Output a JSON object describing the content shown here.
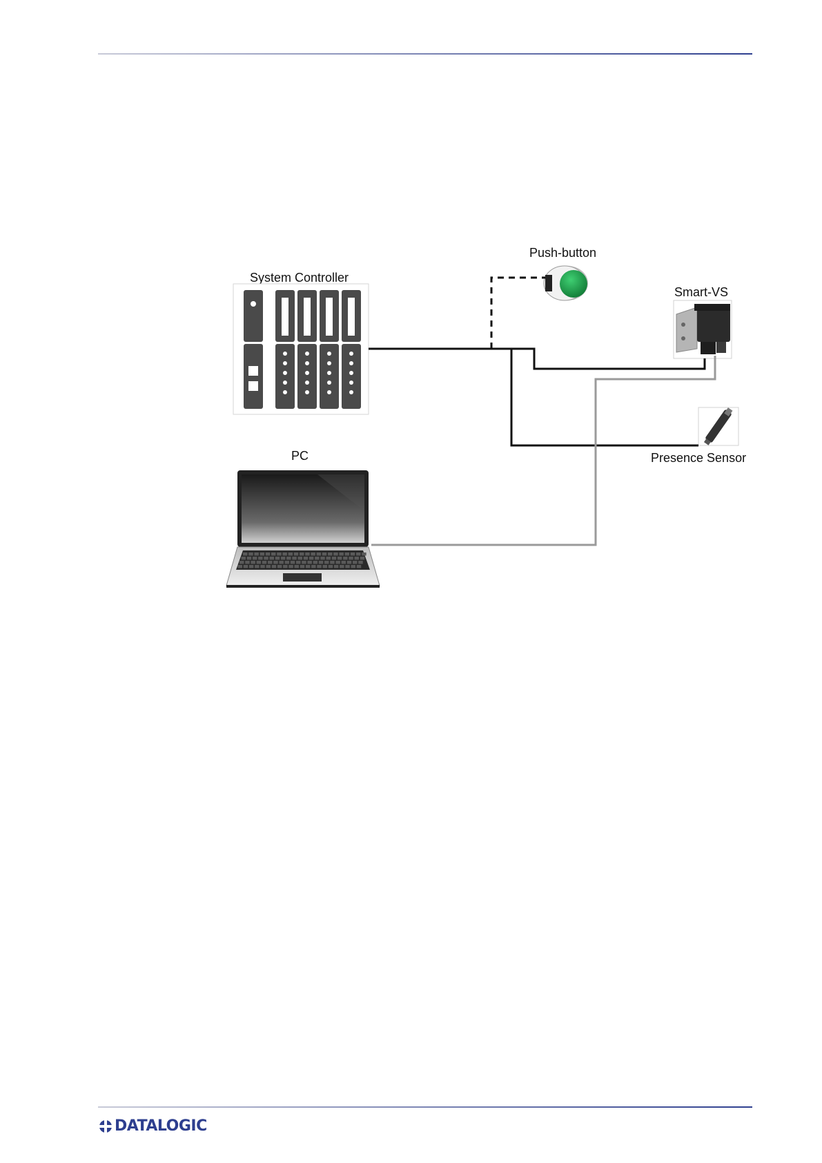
{
  "diagram": {
    "labels": {
      "push_button": "Push-button",
      "system_controller": "System Controller",
      "smart_vs": "Smart-VS",
      "pc": "PC",
      "presence_sensor": "Presence Sensor"
    },
    "colors": {
      "wire_signal": "#111111",
      "wire_ethernet": "#9a9a9a",
      "controller_module": "#4a4a4a",
      "button_green": "#1f9a4a"
    }
  },
  "footer": {
    "brand": "DATALOGIC",
    "brand_color": "#2e3f8f"
  }
}
